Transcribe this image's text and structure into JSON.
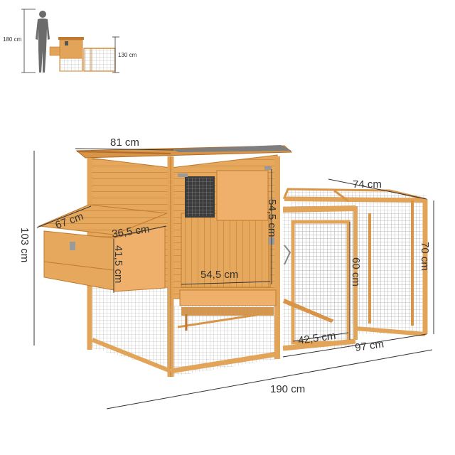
{
  "scale_reference": {
    "person_height": "180 cm",
    "coop_height": "130 cm"
  },
  "dimensions": {
    "overall_length": "190 cm",
    "overall_height": "103 cm",
    "house_width": "81 cm",
    "run_top_depth": "74 cm",
    "run_height": "70 cm",
    "run_length": "97 cm",
    "run_door_width": "42,5 cm",
    "run_door_height": "60 cm",
    "house_door_height": "54,5 cm",
    "house_door_width": "54,5 cm",
    "nest_box_depth": "67 cm",
    "nest_box_width": "36,5 cm",
    "nest_box_height": "41,5 cm"
  },
  "colors": {
    "wood": "#e2a458",
    "wood_dark": "#c07a30",
    "wood_light": "#f2c58a",
    "roof": "#8a8a8a",
    "mesh": "#9a9a9a",
    "person": "#6b6b6b",
    "line": "#333333"
  }
}
